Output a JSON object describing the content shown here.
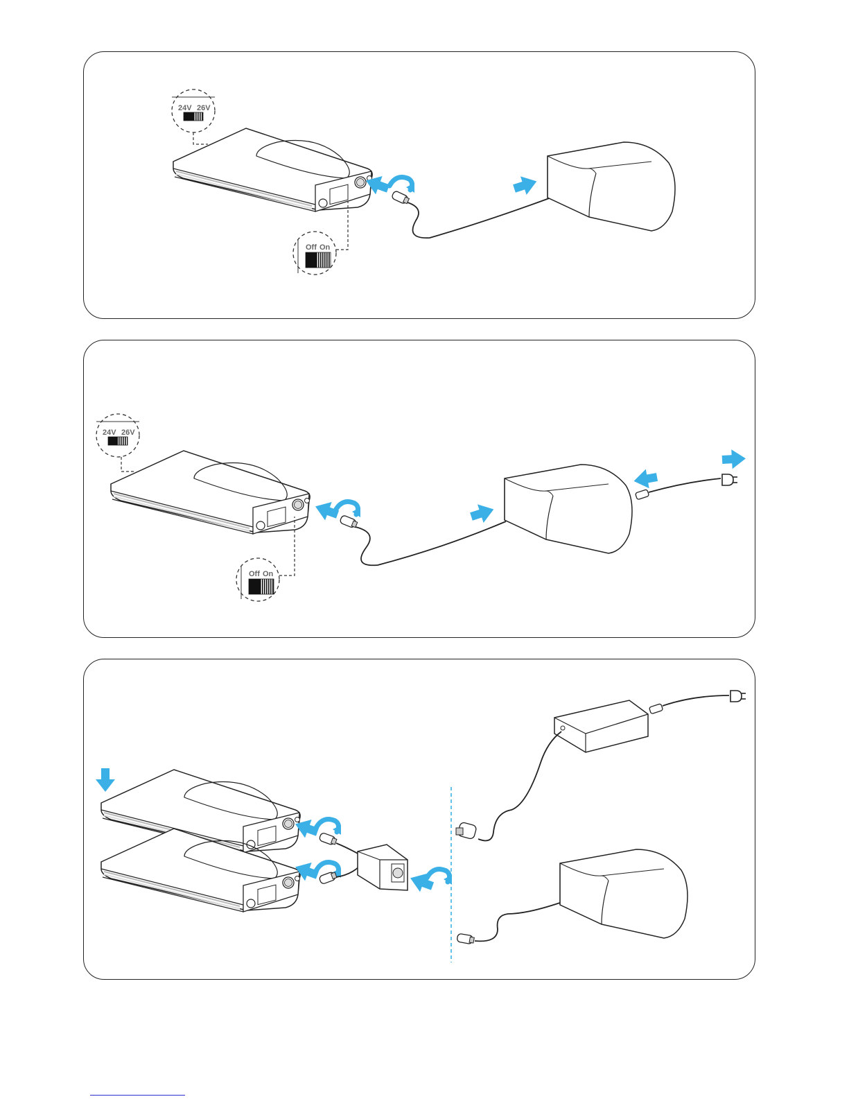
{
  "panels": [
    {
      "voltage_switch": {
        "left": "24V",
        "right": "26V"
      },
      "power_switch": {
        "off": "Off",
        "on": "On"
      }
    },
    {
      "voltage_switch": {
        "left": "24V",
        "right": "26V"
      },
      "power_switch": {
        "off": "Off",
        "on": "On"
      }
    },
    {}
  ],
  "colors": {
    "accent_arrow": "#3bb0e6",
    "line": "#222222",
    "divider": "#3bb0e6"
  },
  "icons": [
    "device-unit",
    "power-supply-unit",
    "arrow-icon",
    "twist-arrow-icon",
    "plug-icon",
    "xlr-connector-icon",
    "splitter-box",
    "adapter-box"
  ]
}
